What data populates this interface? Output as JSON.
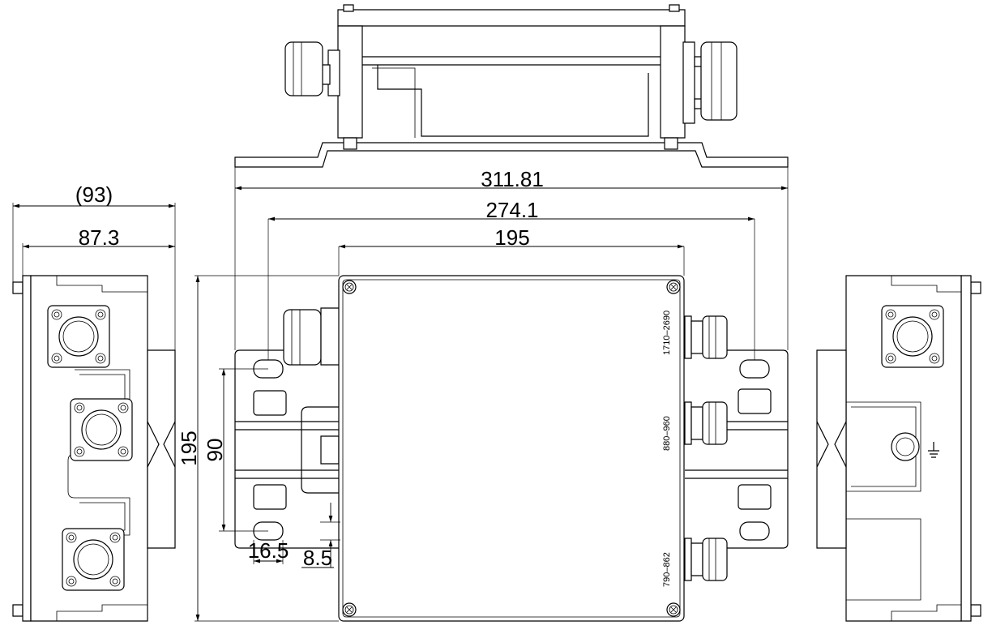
{
  "dimensions": {
    "overall_width": "311.81",
    "bracket_hole_span": "274.1",
    "box_width": "195",
    "box_height": "195",
    "hole_vertical_pitch": "90",
    "slot_length": "16.5",
    "slot_width": "8.5",
    "side_depth_ref": "(93)",
    "side_depth": "87.3"
  },
  "port_labels": {
    "port_1": "1710–2690",
    "port_2": "880–960",
    "port_3": "790–862"
  },
  "symbols": {
    "ground": "ground-symbol"
  }
}
